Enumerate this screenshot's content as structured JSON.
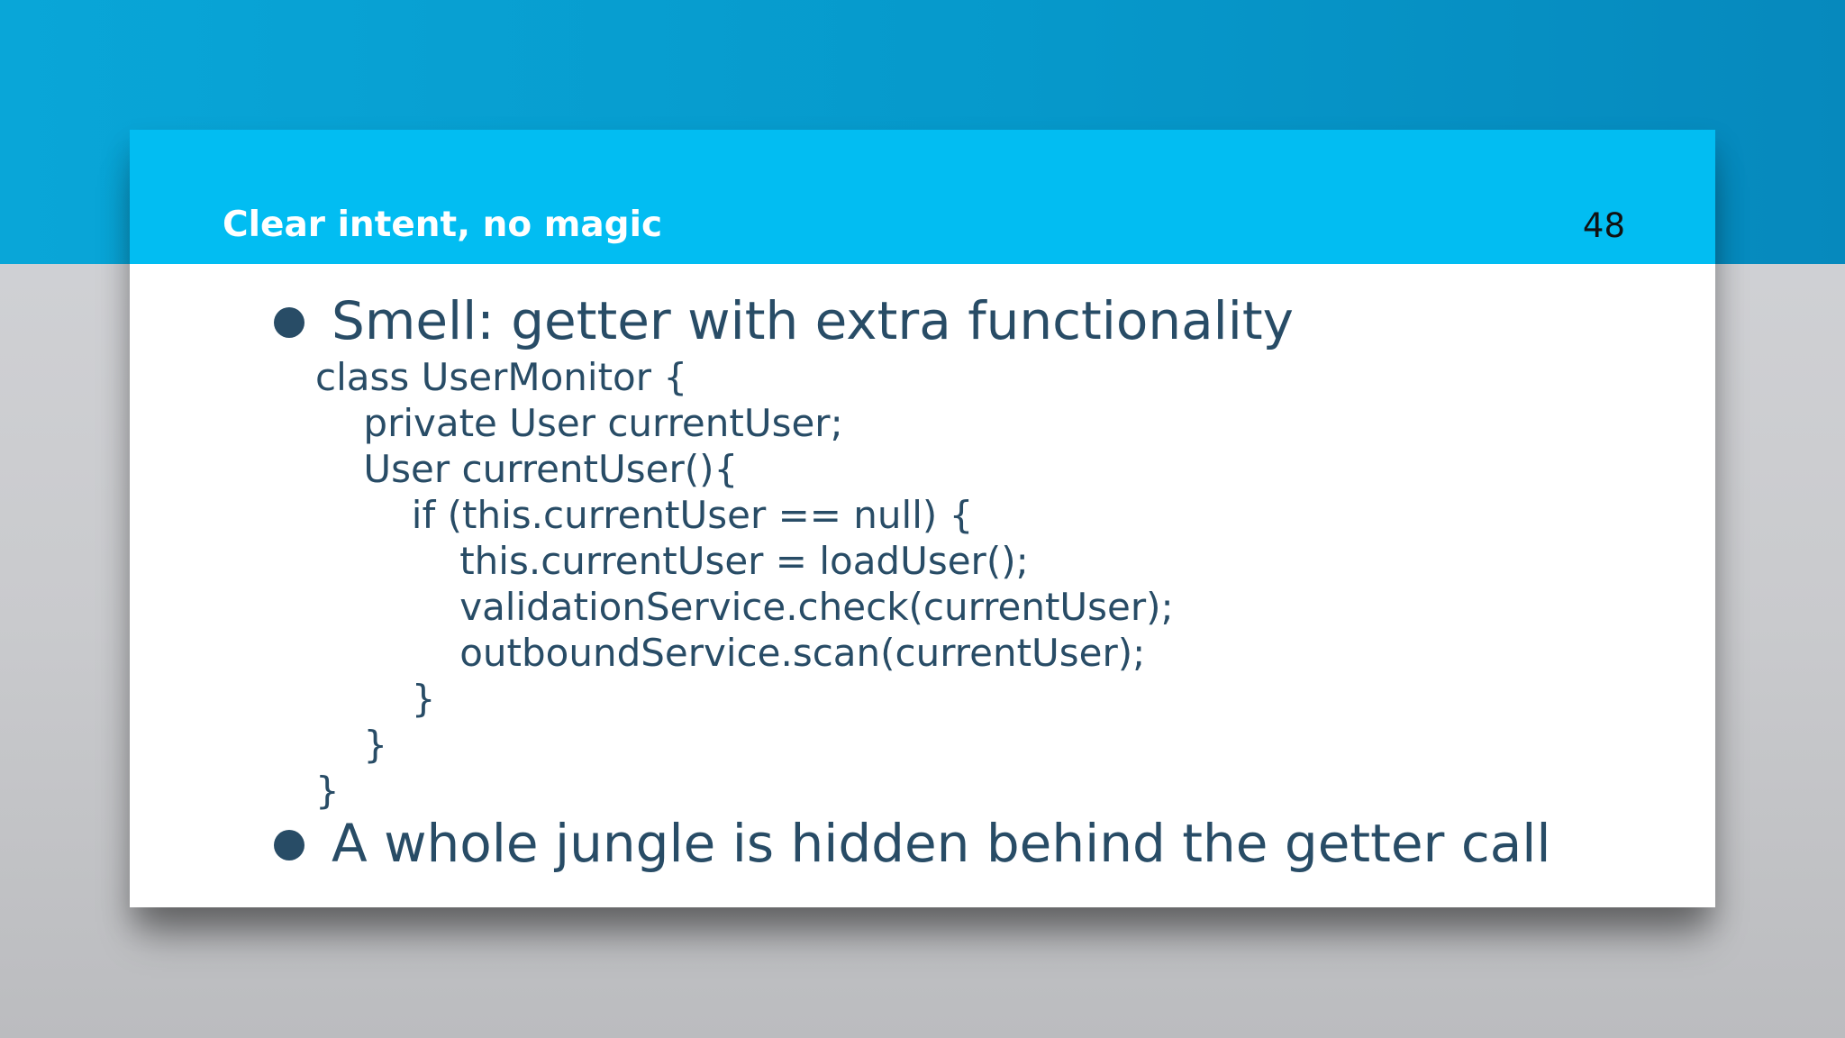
{
  "slide": {
    "title": "Clear intent, no magic",
    "number": "48",
    "colors": {
      "header": "#02bdf2",
      "background_top": "#0699cb",
      "text": "#284c66"
    }
  },
  "bullets": [
    {
      "text": "Smell: getter with extra functionality"
    },
    {
      "text": "A whole jungle is hidden behind the getter call"
    }
  ],
  "code_lines": [
    "class UserMonitor {",
    "    private User currentUser;",
    "    User currentUser(){",
    "        if (this.currentUser == null) {",
    "            this.currentUser = loadUser();",
    "            validationService.check(currentUser);",
    "            outboundService.scan(currentUser);",
    "        }",
    "    }",
    "}"
  ]
}
